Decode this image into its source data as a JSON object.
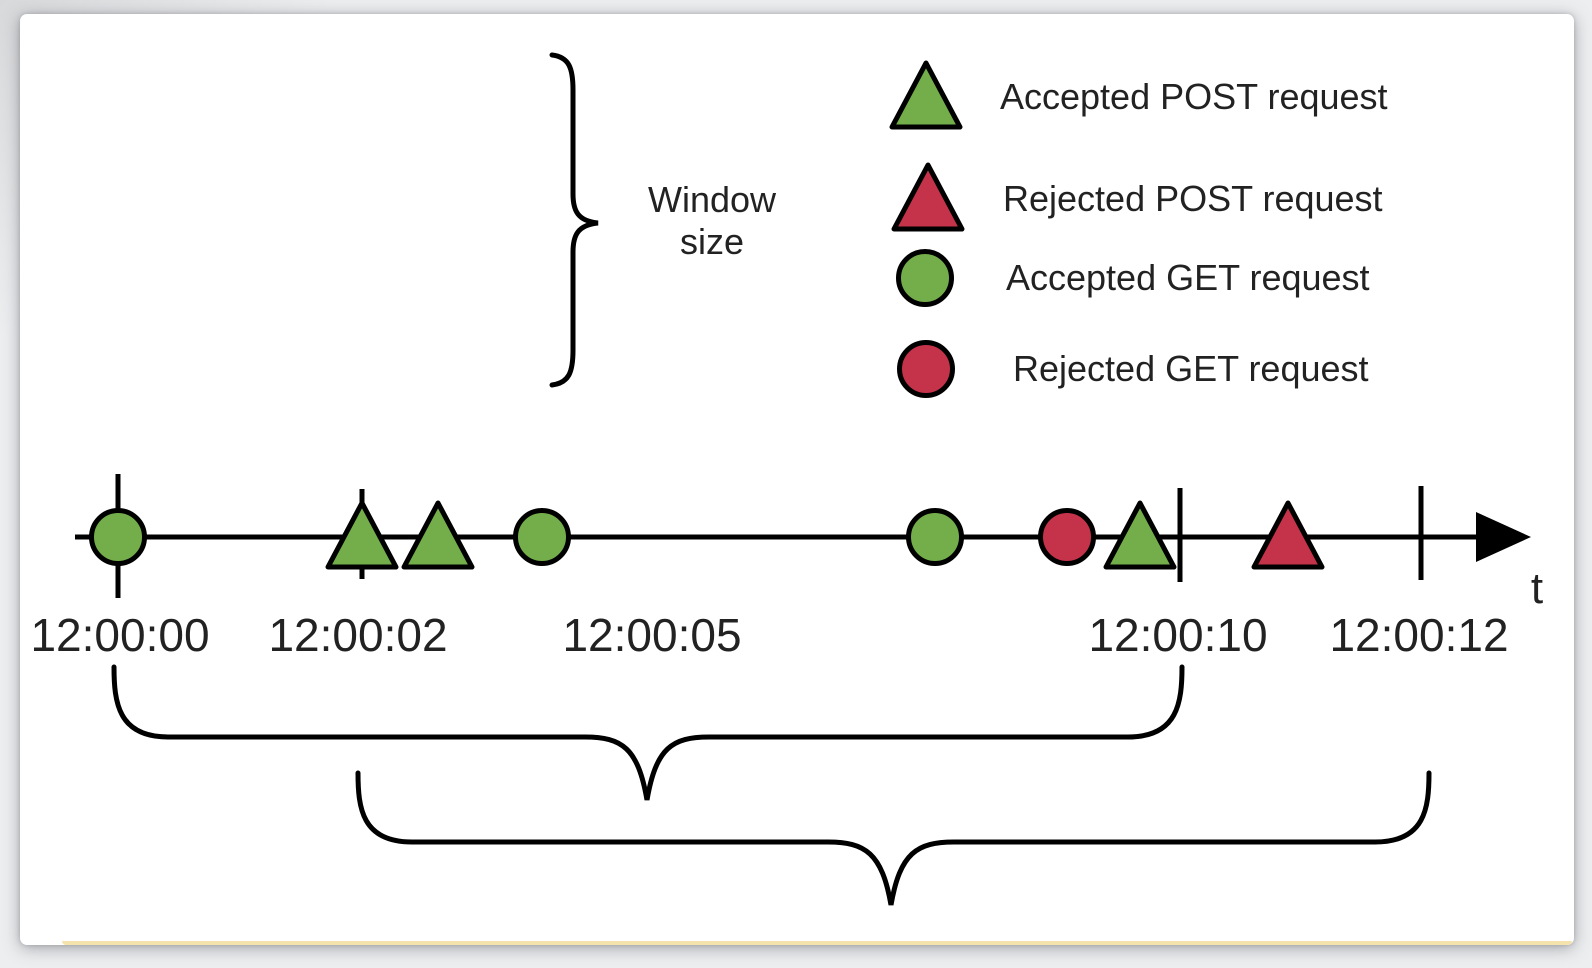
{
  "page": {
    "background_color": "#e9eaec",
    "canvas_color": "#ffffff",
    "canvas_bottom_strip_color": "#f5e3ae"
  },
  "colors": {
    "accepted": "#74ae4b",
    "rejected": "#c43349",
    "stroke": "#000000",
    "text": "#222222"
  },
  "legend": {
    "items": [
      {
        "marker": "triangle-accepted-icon",
        "shape": "triangle",
        "status": "accepted",
        "label": "Accepted POST request"
      },
      {
        "marker": "triangle-rejected-icon",
        "shape": "triangle",
        "status": "rejected",
        "label": "Rejected POST request"
      },
      {
        "marker": "circle-accepted-icon",
        "shape": "circle",
        "status": "accepted",
        "label": "Accepted GET request"
      },
      {
        "marker": "circle-rejected-icon",
        "shape": "circle",
        "status": "rejected",
        "label": "Rejected GET request"
      }
    ]
  },
  "window_annotation": {
    "line1": "Window",
    "line2": "size"
  },
  "timeline": {
    "axis_label": "t",
    "tick_labels": [
      "12:00:00",
      "12:00:02",
      "12:00:05",
      "12:00:10",
      "12:00:12"
    ],
    "events": [
      {
        "shape": "circle",
        "method": "GET",
        "status": "accepted",
        "position": "at 12:00:00"
      },
      {
        "shape": "triangle",
        "method": "POST",
        "status": "accepted",
        "position": "at 12:00:02"
      },
      {
        "shape": "triangle",
        "method": "POST",
        "status": "accepted",
        "position": "just after 12:00:02"
      },
      {
        "shape": "circle",
        "method": "GET",
        "status": "accepted",
        "position": "before 12:00:05"
      },
      {
        "shape": "circle",
        "method": "GET",
        "status": "accepted",
        "position": "between 12:00:05 and 12:00:10"
      },
      {
        "shape": "circle",
        "method": "GET",
        "status": "rejected",
        "position": "shortly before 12:00:10"
      },
      {
        "shape": "triangle",
        "method": "POST",
        "status": "accepted",
        "position": "just before 12:00:10"
      },
      {
        "shape": "triangle",
        "method": "POST",
        "status": "rejected",
        "position": "between 12:00:10 and 12:00:12"
      }
    ],
    "windows": [
      {
        "from": "12:00:00",
        "to": "12:00:10"
      },
      {
        "from": "12:00:02",
        "to": "12:00:12"
      }
    ]
  }
}
